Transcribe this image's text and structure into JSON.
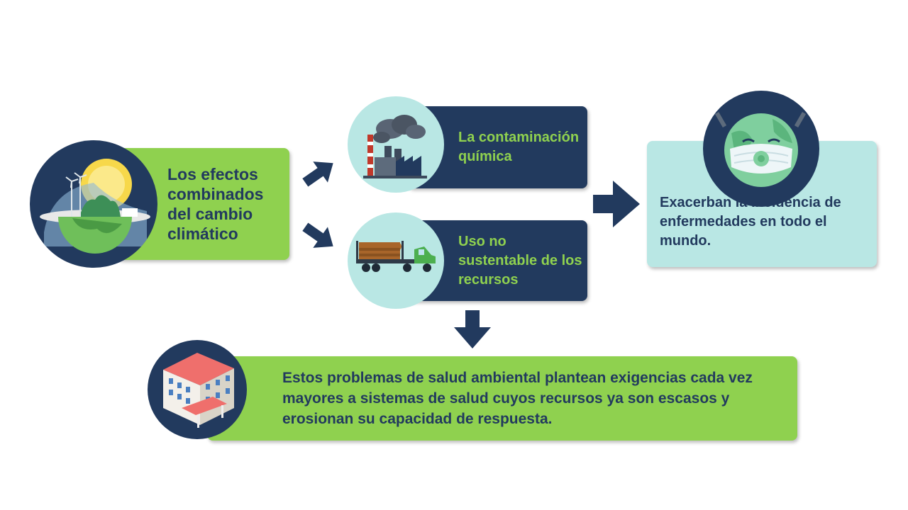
{
  "nodes": {
    "causes": {
      "text": "Los efectos combinados del cambio climático"
    },
    "chemical": {
      "text": "La contaminación química"
    },
    "resources": {
      "text": "Uso no sustentable de los recursos"
    },
    "effect": {
      "text": "Exacerban la incidencia de enfermedades en todo el mundo."
    },
    "bottom": {
      "text": "Estos problemas de salud ambiental plantean exigencias cada vez mayores a sistemas de salud cuyos recursos ya son escasos y erosionan su capacidad de respuesta."
    }
  },
  "icons": [
    "earth-climate-icon",
    "factory-pollution-icon",
    "logging-truck-icon",
    "sick-globe-mask-icon",
    "hospital-building-icon"
  ],
  "colors": {
    "navy": "#223a5e",
    "green": "#8fd14f",
    "mint": "#b9e7e4",
    "white": "#ffffff"
  }
}
